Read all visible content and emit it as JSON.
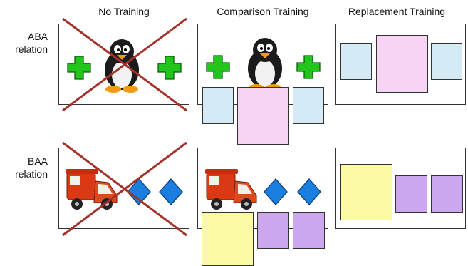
{
  "columns": [
    "No Training",
    "Comparison Training",
    "Replacement Training"
  ],
  "rows": [
    {
      "label_line1": "ABA",
      "label_line2": "relation"
    },
    {
      "label_line1": "BAA",
      "label_line2": "relation"
    }
  ],
  "icons": {
    "aba": [
      "plus-icon",
      "penguin-toy-icon",
      "plus-icon"
    ],
    "baa": [
      "toy-truck-icon",
      "diamond-icon",
      "diamond-icon"
    ]
  },
  "colors": {
    "plus": "#22c51c",
    "diamond": "#1b7fe0",
    "cross": "#a5312a",
    "blue_square": "#d4ebf5",
    "pink_square": "#f7d3f4",
    "yellow_square": "#fbf8a6",
    "purple_square": "#cca6ee"
  }
}
